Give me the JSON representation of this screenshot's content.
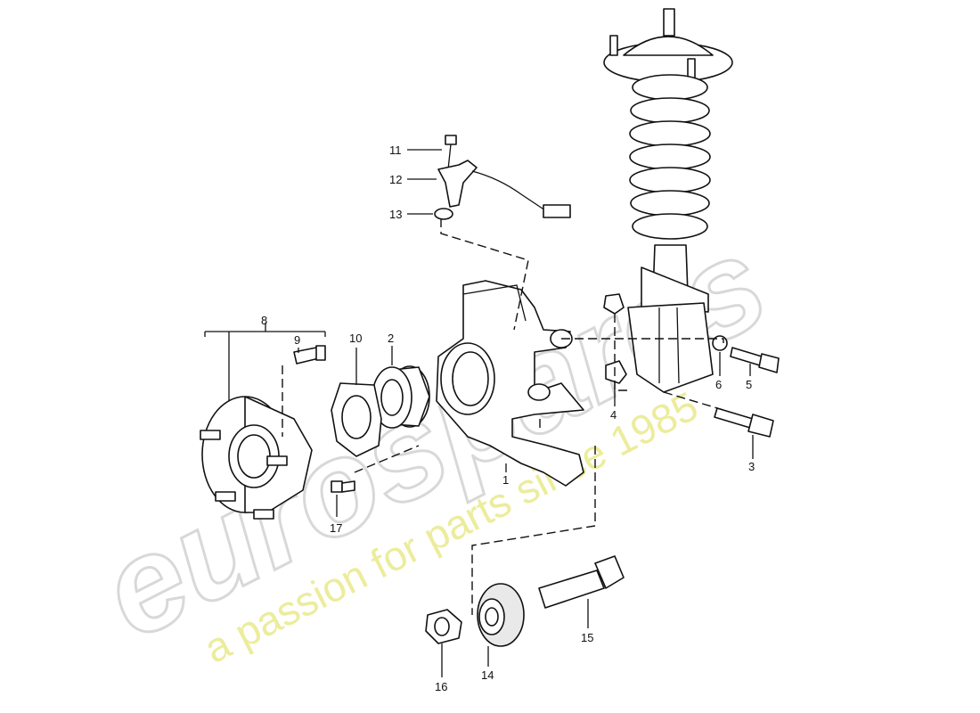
{
  "watermark": {
    "logo_text": "eurospares",
    "tagline": "a passion for parts since 1985",
    "logo_color": "#d8d8d8",
    "tagline_color": "#ecec9c"
  },
  "parts_diagram": {
    "callouts": [
      "1",
      "2",
      "3",
      "4",
      "5",
      "6",
      "8",
      "9",
      "10",
      "11",
      "12",
      "13",
      "14",
      "15",
      "16",
      "17"
    ]
  },
  "colors": {
    "line": "#111111",
    "background": "#ffffff"
  }
}
